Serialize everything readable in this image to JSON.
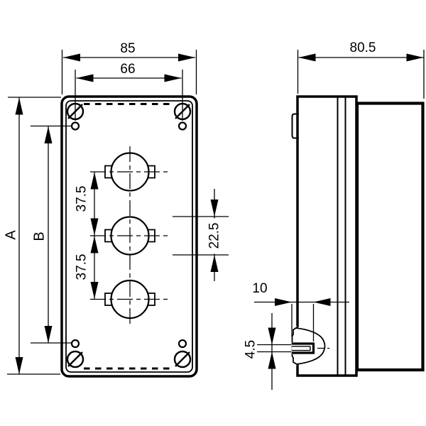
{
  "drawing": {
    "views": {
      "front_view": "enclosure front view with three push-button holes",
      "side_view": "enclosure side view with mounting foot slot"
    },
    "dimensions": {
      "front_width": "85",
      "screw_span": "66",
      "depth": "80.5",
      "height_label": "A",
      "screw_height_label": "B",
      "hole_pitch_upper": "37.5",
      "hole_pitch_lower": "37.5",
      "hole_diameter": "22.5",
      "foot_width": "10",
      "slot_height": "4.5"
    },
    "colors": {
      "line": "#000000",
      "background": "#ffffff"
    }
  }
}
